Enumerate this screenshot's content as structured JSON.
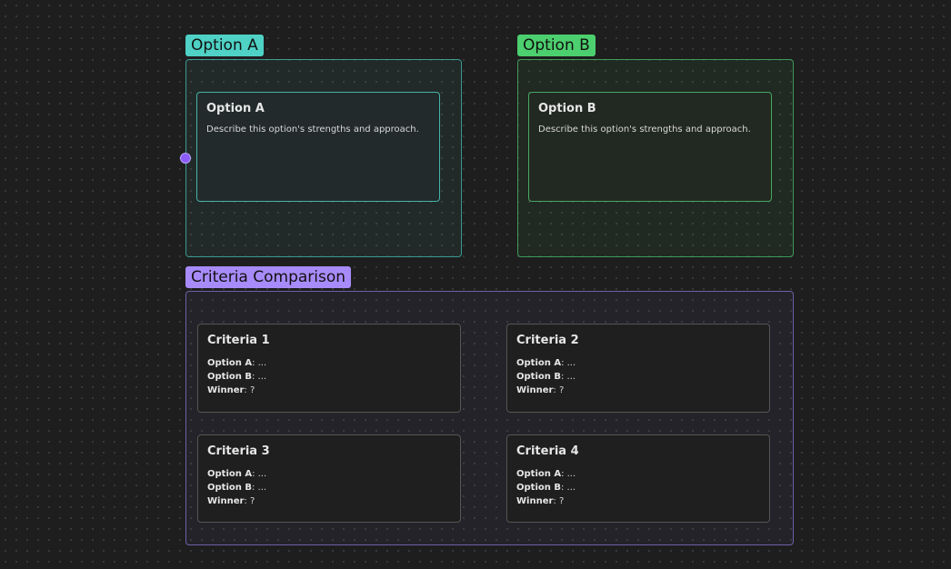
{
  "groups": {
    "option_a": {
      "label": "Option A",
      "card": {
        "title": "Option A",
        "description": "Describe this option's strengths and approach."
      }
    },
    "option_b": {
      "label": "Option B",
      "card": {
        "title": "Option B",
        "description": "Describe this option's strengths and approach."
      }
    },
    "criteria": {
      "label": "Criteria Comparison",
      "row_labels": {
        "option_a": "Option A",
        "option_b": "Option B",
        "winner": "Winner"
      },
      "cards": [
        {
          "title": "Criteria 1",
          "option_a": ": ...",
          "option_b": ": ...",
          "winner": ": ?"
        },
        {
          "title": "Criteria 2",
          "option_a": ": ...",
          "option_b": ": ...",
          "winner": ": ?"
        },
        {
          "title": "Criteria 3",
          "option_a": ": ...",
          "option_b": ": ...",
          "winner": ": ?"
        },
        {
          "title": "Criteria 4",
          "option_a": ": ...",
          "option_b": ": ...",
          "winner": ": ?"
        }
      ]
    }
  },
  "colors": {
    "option_a_accent": "#4fd1c5",
    "option_b_accent": "#4ccf6e",
    "criteria_accent": "#a78bfa",
    "handle": "#8b5cf6"
  }
}
